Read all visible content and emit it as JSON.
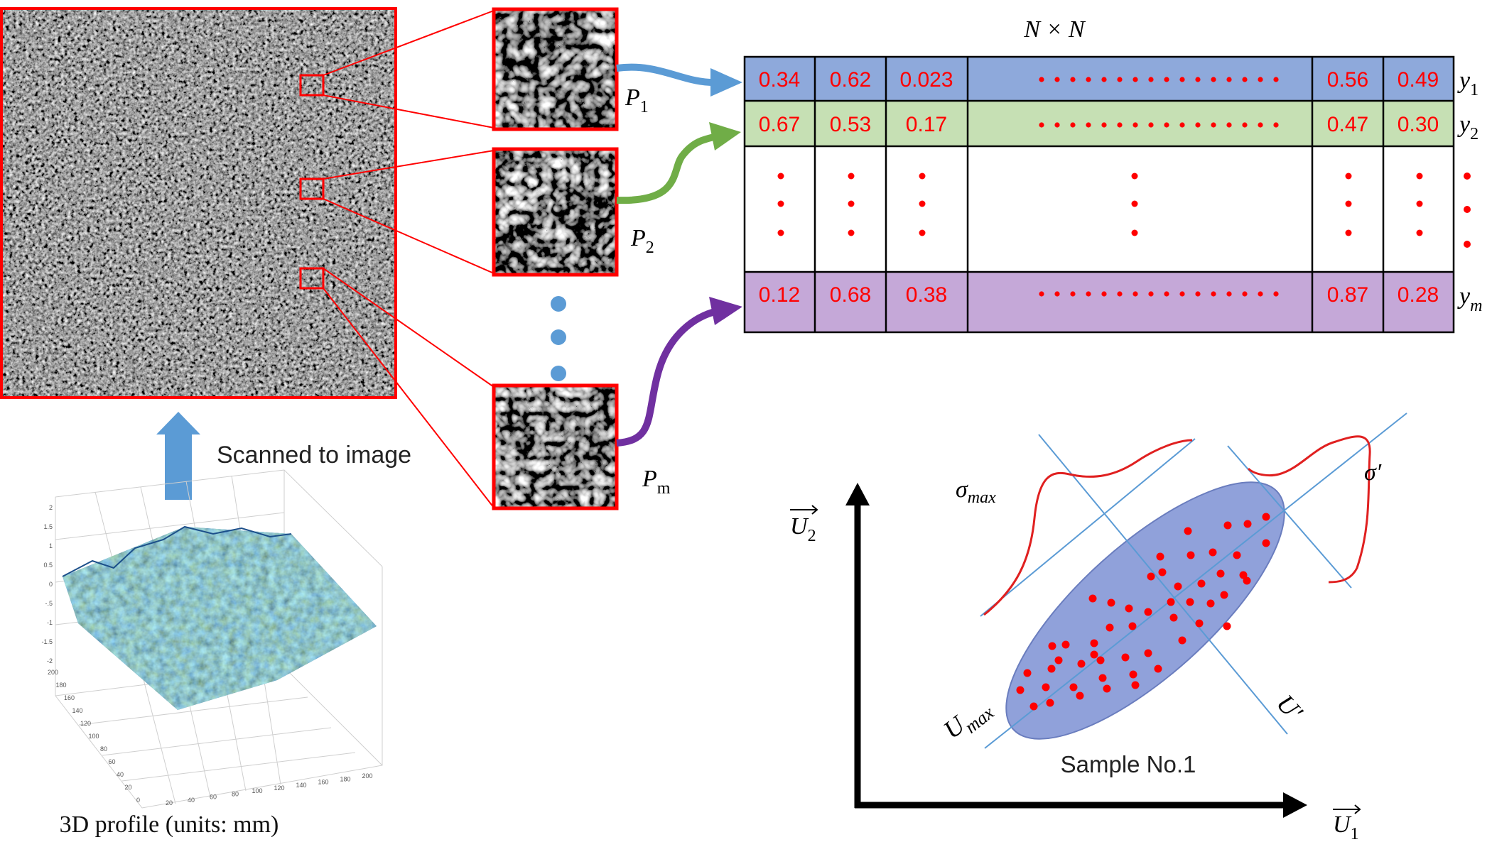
{
  "header": {
    "matrix_size": "N × N"
  },
  "image_panel": {
    "scan_caption": "Scanned to image"
  },
  "profile": {
    "caption": "3D profile (units: mm)",
    "z_ticks": [
      "2",
      "1.5",
      "1",
      "0.5",
      "0",
      "-.5",
      "-1",
      "-1.5",
      "-2"
    ],
    "y_ticks": [
      "200",
      "180",
      "160",
      "140",
      "120",
      "100",
      "80",
      "60",
      "40",
      "20",
      "0"
    ],
    "x_ticks": [
      "20",
      "40",
      "60",
      "80",
      "100",
      "120",
      "140",
      "160",
      "180",
      "200"
    ]
  },
  "patches": [
    {
      "label": "P",
      "sub": "1"
    },
    {
      "label": "P",
      "sub": "2"
    },
    {
      "label": "P",
      "sub": "m"
    }
  ],
  "table": {
    "rows": [
      {
        "values": [
          "0.34",
          "0.62",
          "0.023",
          "0.56",
          "0.49"
        ],
        "label": "y",
        "sub": "1",
        "color": "#8EA9DB"
      },
      {
        "values": [
          "0.67",
          "0.53",
          "0.17",
          "0.47",
          "0.30"
        ],
        "label": "y",
        "sub": "2",
        "color": "#C6E0B4"
      },
      {
        "values": [
          "0.12",
          "0.68",
          "0.38",
          "0.87",
          "0.28"
        ],
        "label": "y",
        "sub": "m",
        "color": "#C5A8D8"
      }
    ]
  },
  "pca": {
    "sample_label": "Sample No.1",
    "axis_x": {
      "label": "U",
      "sub": "1"
    },
    "axis_y": {
      "label": "U",
      "sub": "2"
    },
    "u_max": {
      "label": "U",
      "sub": "max"
    },
    "u_prime": "U′",
    "sigma_max": {
      "label": "σ",
      "sub": "max"
    },
    "sigma_prime": "σ′"
  },
  "colors": {
    "red": "#FF0000",
    "arrow_blue": "#5B9BD5",
    "arrow_green": "#70AD47",
    "arrow_purple": "#7030A0",
    "ellipse": "#8497D6",
    "scan_arrow": "#5B9BD5"
  }
}
